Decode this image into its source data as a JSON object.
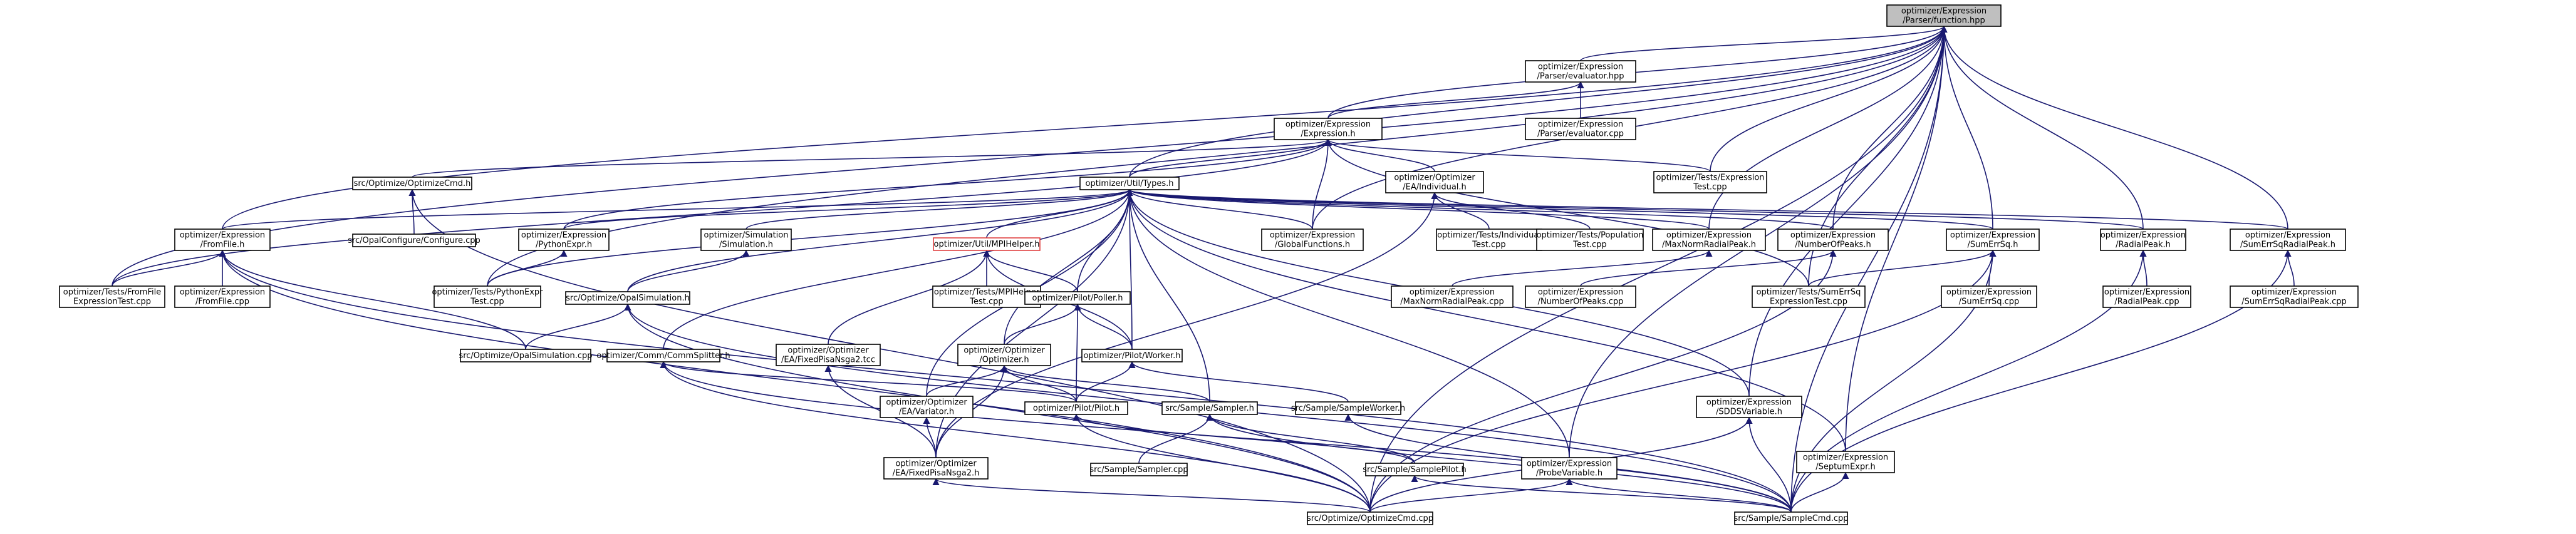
{
  "graph": {
    "highlight_node": "n0",
    "edge_color": "#191970",
    "highlight_fill": "#bfbfbf",
    "nodes": [
      {
        "id": "n0",
        "lines": [
          "optimizer/Expression",
          "/Parser/function.hpp"
        ]
      },
      {
        "id": "n1",
        "lines": [
          "optimizer/Expression",
          "/Parser/evaluator.hpp"
        ]
      },
      {
        "id": "n2",
        "lines": [
          "optimizer/Expression",
          "/Parser/evaluator.cpp"
        ]
      },
      {
        "id": "n3",
        "lines": [
          "optimizer/Expression",
          "/Expression.h"
        ]
      },
      {
        "id": "n4",
        "lines": [
          "optimizer/Tests/Expression",
          "Test.cpp"
        ]
      },
      {
        "id": "n5",
        "lines": [
          "src/Optimize/OptimizeCmd.h"
        ]
      },
      {
        "id": "n6",
        "lines": [
          "src/OpalConfigure/Configure.cpp"
        ]
      },
      {
        "id": "n7",
        "lines": [
          "optimizer/Optimizer",
          "/EA/Individual.h"
        ]
      },
      {
        "id": "n8",
        "lines": [
          "optimizer/Util/Types.h"
        ]
      },
      {
        "id": "n9",
        "lines": [
          "optimizer/Expression",
          "/PythonExpr.h"
        ]
      },
      {
        "id": "n10",
        "lines": [
          "optimizer/Expression",
          "/GlobalFunctions.h"
        ]
      },
      {
        "id": "n11",
        "lines": [
          "optimizer/Tests/Individual",
          "Test.cpp"
        ]
      },
      {
        "id": "n12",
        "lines": [
          "optimizer/Tests/Population",
          "Test.cpp"
        ]
      },
      {
        "id": "n13",
        "lines": [
          "optimizer/Expression",
          "/MaxNormRadialPeak.h"
        ]
      },
      {
        "id": "n14",
        "lines": [
          "optimizer/Expression",
          "/NumberOfPeaks.h"
        ]
      },
      {
        "id": "n15",
        "lines": [
          "optimizer/Expression",
          "/SumErrSq.h"
        ]
      },
      {
        "id": "n16",
        "lines": [
          "optimizer/Expression",
          "/RadialPeak.h"
        ]
      },
      {
        "id": "n17",
        "lines": [
          "optimizer/Expression",
          "/SumErrSqRadialPeak.h"
        ]
      },
      {
        "id": "n18",
        "lines": [
          "optimizer/Expression",
          "/FromFile.h"
        ]
      },
      {
        "id": "n19",
        "lines": [
          "optimizer/Tests/FromFile",
          "ExpressionTest.cpp"
        ]
      },
      {
        "id": "n20",
        "lines": [
          "optimizer/Expression",
          "/FromFile.cpp"
        ]
      },
      {
        "id": "n21",
        "lines": [
          "optimizer/Util/MPIHelper.h"
        ],
        "red": true
      },
      {
        "id": "n22",
        "lines": [
          "optimizer/Simulation",
          "/Simulation.h"
        ]
      },
      {
        "id": "n23",
        "lines": [
          "optimizer/Tests/PythonExpr",
          "Test.cpp"
        ]
      },
      {
        "id": "n24",
        "lines": [
          "src/Optimize/OpalSimulation.h"
        ]
      },
      {
        "id": "n25",
        "lines": [
          "optimizer/Tests/MPIHelper",
          "Test.cpp"
        ]
      },
      {
        "id": "n26",
        "lines": [
          "optimizer/Pilot/Poller.h"
        ]
      },
      {
        "id": "n27",
        "lines": [
          "optimizer/Expression",
          "/MaxNormRadialPeak.cpp"
        ]
      },
      {
        "id": "n28",
        "lines": [
          "optimizer/Expression",
          "/NumberOfPeaks.cpp"
        ]
      },
      {
        "id": "n29",
        "lines": [
          "optimizer/Tests/SumErrSq",
          "ExpressionTest.cpp"
        ]
      },
      {
        "id": "n30",
        "lines": [
          "optimizer/Expression",
          "/SumErrSq.cpp"
        ]
      },
      {
        "id": "n31",
        "lines": [
          "optimizer/Expression",
          "/RadialPeak.cpp"
        ]
      },
      {
        "id": "n32",
        "lines": [
          "optimizer/Expression",
          "/SumErrSqRadialPeak.cpp"
        ]
      },
      {
        "id": "n33",
        "lines": [
          "src/Optimize/OpalSimulation.cpp"
        ]
      },
      {
        "id": "n34",
        "lines": [
          "optimizer/Comm/CommSplitter.h"
        ]
      },
      {
        "id": "n35",
        "lines": [
          "optimizer/Optimizer",
          "/EA/FixedPisaNsga2.tcc"
        ]
      },
      {
        "id": "n36",
        "lines": [
          "optimizer/Optimizer",
          "/Optimizer.h"
        ]
      },
      {
        "id": "n37",
        "lines": [
          "optimizer/Pilot/Worker.h"
        ]
      },
      {
        "id": "n38",
        "lines": [
          "src/Sample/SampleWorker.h"
        ]
      },
      {
        "id": "n39",
        "lines": [
          "optimizer/Optimizer",
          "/EA/Variator.h"
        ]
      },
      {
        "id": "n40",
        "lines": [
          "optimizer/Pilot/Pilot.h"
        ]
      },
      {
        "id": "n41",
        "lines": [
          "src/Sample/Sampler.h"
        ]
      },
      {
        "id": "n42",
        "lines": [
          "optimizer/Expression",
          "/SDDSVariable.h"
        ]
      },
      {
        "id": "n43",
        "lines": [
          "optimizer/Optimizer",
          "/EA/FixedPisaNsga2.h"
        ]
      },
      {
        "id": "n44",
        "lines": [
          "src/Sample/Sampler.cpp"
        ]
      },
      {
        "id": "n45",
        "lines": [
          "src/Sample/SamplePilot.h"
        ]
      },
      {
        "id": "n46",
        "lines": [
          "optimizer/Expression",
          "/ProbeVariable.h"
        ]
      },
      {
        "id": "n47",
        "lines": [
          "optimizer/Expression",
          "/SeptumExpr.h"
        ]
      },
      {
        "id": "n48",
        "lines": [
          "src/Optimize/OptimizeCmd.cpp"
        ]
      },
      {
        "id": "n49",
        "lines": [
          "src/Sample/SampleCmd.cpp"
        ]
      }
    ]
  }
}
